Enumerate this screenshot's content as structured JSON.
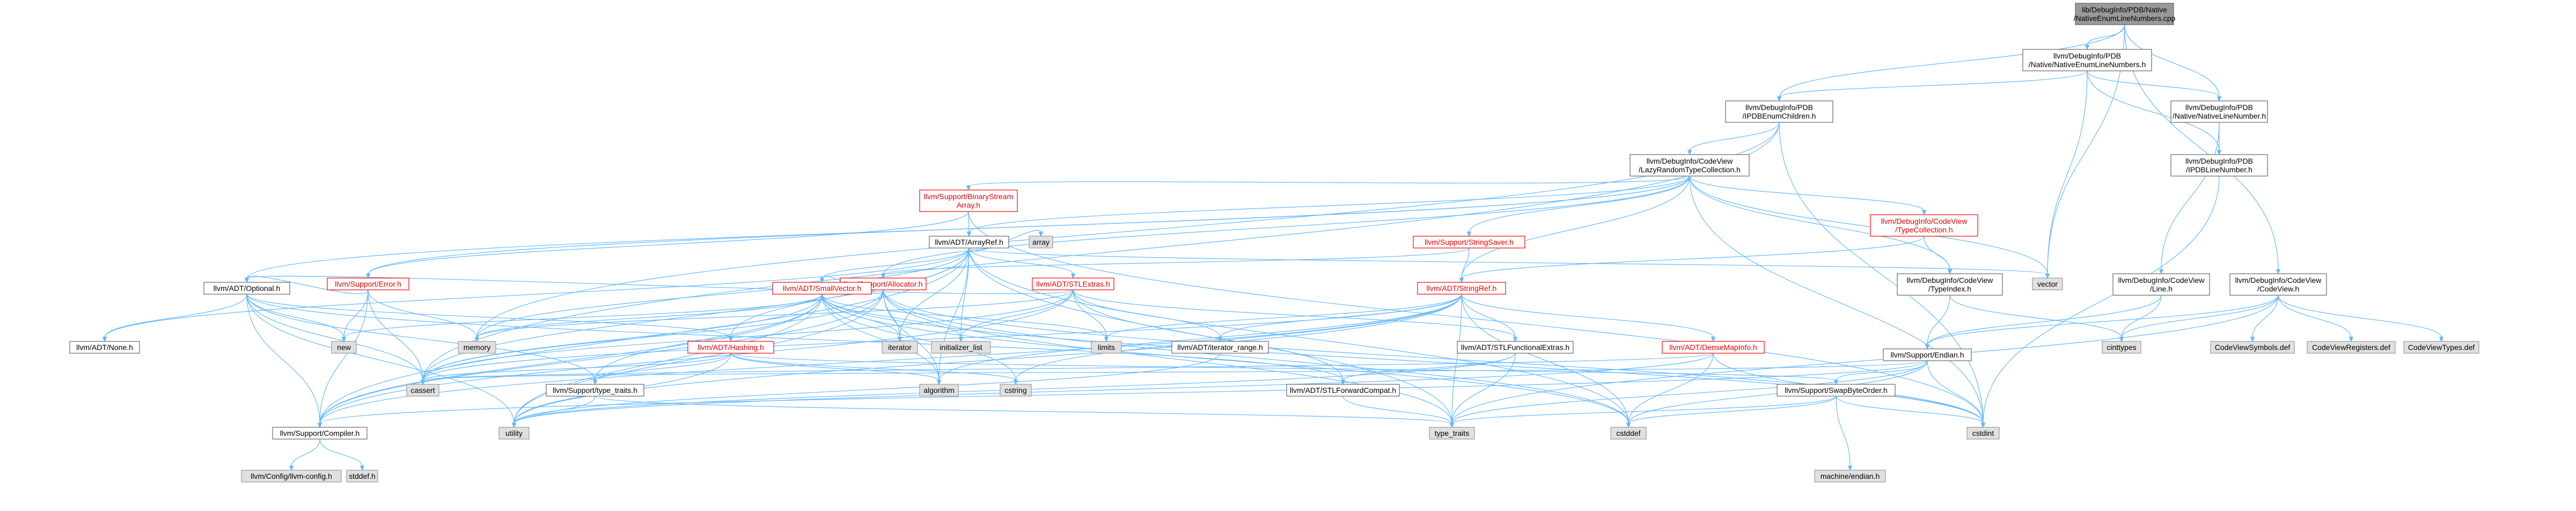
{
  "diagram": {
    "nodes": [
      {
        "id": "root",
        "lines": [
          "lib/DebugInfo/PDB/Native",
          "/NativeEnumLineNumbers.cpp"
        ],
        "style": "root"
      },
      {
        "id": "nelnh",
        "lines": [
          "llvm/DebugInfo/PDB",
          "/Native/NativeEnumLineNumbers.h"
        ],
        "style": "normal"
      },
      {
        "id": "iechild",
        "lines": [
          "llvm/DebugInfo/PDB",
          "/IPDBEnumChildren.h"
        ],
        "style": "normal"
      },
      {
        "id": "nlnh",
        "lines": [
          "llvm/DebugInfo/PDB",
          "/Native/NativeLineNumber.h"
        ],
        "style": "normal"
      },
      {
        "id": "ilnh",
        "lines": [
          "llvm/DebugInfo/PDB",
          "/IPDBLineNumber.h"
        ],
        "style": "normal"
      },
      {
        "id": "lrtc",
        "lines": [
          "llvm/DebugInfo/CodeView",
          "/LazyRandomTypeCollection.h"
        ],
        "style": "normal"
      },
      {
        "id": "bsa",
        "lines": [
          "llvm/Support/BinaryStream",
          "Array.h"
        ],
        "style": "red"
      },
      {
        "id": "arrayref",
        "lines": [
          "llvm/ADT/ArrayRef.h"
        ],
        "style": "normal"
      },
      {
        "id": "stringsaver",
        "lines": [
          "llvm/Support/StringSaver.h"
        ],
        "style": "red"
      },
      {
        "id": "typecoll",
        "lines": [
          "llvm/DebugInfo/CodeView",
          "/TypeCollection.h"
        ],
        "style": "red"
      },
      {
        "id": "error",
        "lines": [
          "llvm/Support/Error.h"
        ],
        "style": "red"
      },
      {
        "id": "allocator",
        "lines": [
          "llvm/Support/Allocator.h"
        ],
        "style": "red"
      },
      {
        "id": "stlextras",
        "lines": [
          "llvm/ADT/STLExtras.h"
        ],
        "style": "red"
      },
      {
        "id": "array",
        "lines": [
          "array"
        ],
        "style": "gray"
      },
      {
        "id": "vector",
        "lines": [
          "vector"
        ],
        "style": "gray"
      },
      {
        "id": "optional",
        "lines": [
          "llvm/ADT/Optional.h"
        ],
        "style": "normal"
      },
      {
        "id": "smallvector",
        "lines": [
          "llvm/ADT/SmallVector.h"
        ],
        "style": "red"
      },
      {
        "id": "stringref",
        "lines": [
          "llvm/ADT/StringRef.h"
        ],
        "style": "red"
      },
      {
        "id": "typeindex",
        "lines": [
          "llvm/DebugInfo/CodeView",
          "/TypeIndex.h"
        ],
        "style": "normal"
      },
      {
        "id": "cvlineh",
        "lines": [
          "llvm/DebugInfo/CodeView",
          "/Line.h"
        ],
        "style": "normal"
      },
      {
        "id": "codeviewh",
        "lines": [
          "llvm/DebugInfo/CodeView",
          "/CodeView.h"
        ],
        "style": "normal"
      },
      {
        "id": "none",
        "lines": [
          "llvm/ADT/None.h"
        ],
        "style": "normal"
      },
      {
        "id": "new",
        "lines": [
          "new"
        ],
        "style": "gray"
      },
      {
        "id": "memory",
        "lines": [
          "memory"
        ],
        "style": "gray"
      },
      {
        "id": "hashing",
        "lines": [
          "llvm/ADT/Hashing.h"
        ],
        "style": "red"
      },
      {
        "id": "iterator",
        "lines": [
          "iterator"
        ],
        "style": "gray"
      },
      {
        "id": "initlist",
        "lines": [
          "initializer_list"
        ],
        "style": "gray"
      },
      {
        "id": "limits",
        "lines": [
          "limits"
        ],
        "style": "gray"
      },
      {
        "id": "iterrange",
        "lines": [
          "llvm/ADT/iterator_range.h"
        ],
        "style": "normal"
      },
      {
        "id": "stlfunc",
        "lines": [
          "llvm/ADT/STLFunctionalExtras.h"
        ],
        "style": "normal"
      },
      {
        "id": "densemapinfo",
        "lines": [
          "llvm/ADT/DenseMapInfo.h"
        ],
        "style": "red"
      },
      {
        "id": "endian",
        "lines": [
          "llvm/Support/Endian.h"
        ],
        "style": "normal"
      },
      {
        "id": "cinttypes",
        "lines": [
          "cinttypes"
        ],
        "style": "gray"
      },
      {
        "id": "cvsym",
        "lines": [
          "CodeViewSymbols.def"
        ],
        "style": "gray"
      },
      {
        "id": "cvreg",
        "lines": [
          "CodeViewRegisters.def"
        ],
        "style": "gray"
      },
      {
        "id": "cvtypes",
        "lines": [
          "CodeViewTypes.def"
        ],
        "style": "gray"
      },
      {
        "id": "cassert",
        "lines": [
          "cassert"
        ],
        "style": "gray"
      },
      {
        "id": "algorithm",
        "lines": [
          "algorithm"
        ],
        "style": "gray"
      },
      {
        "id": "cstring",
        "lines": [
          "cstring"
        ],
        "style": "gray"
      },
      {
        "id": "typetraits_llvm",
        "lines": [
          "llvm/Support/type_traits.h"
        ],
        "style": "normal"
      },
      {
        "id": "stlforward",
        "lines": [
          "llvm/ADT/STLForwardCompat.h"
        ],
        "style": "normal"
      },
      {
        "id": "swapbyte",
        "lines": [
          "llvm/Support/SwapByteOrder.h"
        ],
        "style": "normal"
      },
      {
        "id": "compiler",
        "lines": [
          "llvm/Support/Compiler.h"
        ],
        "style": "normal"
      },
      {
        "id": "utility",
        "lines": [
          "utility"
        ],
        "style": "gray"
      },
      {
        "id": "typetraits",
        "lines": [
          "type_traits"
        ],
        "style": "gray"
      },
      {
        "id": "cstddef",
        "lines": [
          "cstddef"
        ],
        "style": "gray"
      },
      {
        "id": "cstdint",
        "lines": [
          "cstdint"
        ],
        "style": "gray"
      },
      {
        "id": "machendian",
        "lines": [
          "machine/endian.h"
        ],
        "style": "gray"
      },
      {
        "id": "llvmconfig",
        "lines": [
          "llvm/Config/llvm-config.h"
        ],
        "style": "gray"
      },
      {
        "id": "stddef",
        "lines": [
          "stddef.h"
        ],
        "style": "gray"
      }
    ],
    "edges": [
      [
        "root",
        "nelnh"
      ],
      [
        "root",
        "iechild"
      ],
      [
        "root",
        "nlnh"
      ],
      [
        "root",
        "vector"
      ],
      [
        "root",
        "codeviewh"
      ],
      [
        "nelnh",
        "iechild"
      ],
      [
        "nelnh",
        "nlnh"
      ],
      [
        "nelnh",
        "vector"
      ],
      [
        "nelnh",
        "ilnh"
      ],
      [
        "iechild",
        "lrtc"
      ],
      [
        "iechild",
        "memory"
      ],
      [
        "iechild",
        "cassert"
      ],
      [
        "iechild",
        "cstdint"
      ],
      [
        "nlnh",
        "ilnh"
      ],
      [
        "nlnh",
        "cvlineh"
      ],
      [
        "ilnh",
        "cstdint"
      ],
      [
        "lrtc",
        "bsa"
      ],
      [
        "lrtc",
        "arrayref"
      ],
      [
        "lrtc",
        "stringsaver"
      ],
      [
        "lrtc",
        "typecoll"
      ],
      [
        "lrtc",
        "typeindex"
      ],
      [
        "lrtc",
        "optional"
      ],
      [
        "lrtc",
        "allocator"
      ],
      [
        "lrtc",
        "stringref"
      ],
      [
        "lrtc",
        "error"
      ],
      [
        "lrtc",
        "vector"
      ],
      [
        "lrtc",
        "cstdint"
      ],
      [
        "bsa",
        "arrayref"
      ],
      [
        "bsa",
        "error"
      ],
      [
        "bsa",
        "cstdint"
      ],
      [
        "arrayref",
        "stlextras"
      ],
      [
        "arrayref",
        "smallvector"
      ],
      [
        "arrayref",
        "hashing"
      ],
      [
        "arrayref",
        "none"
      ],
      [
        "arrayref",
        "compiler"
      ],
      [
        "arrayref",
        "algorithm"
      ],
      [
        "arrayref",
        "array"
      ],
      [
        "arrayref",
        "cassert"
      ],
      [
        "arrayref",
        "cstddef"
      ],
      [
        "arrayref",
        "initlist"
      ],
      [
        "arrayref",
        "iterator"
      ],
      [
        "arrayref",
        "memory"
      ],
      [
        "arrayref",
        "type_traits_dummy"
      ],
      [
        "arrayref",
        "vector"
      ],
      [
        "stringsaver",
        "allocator"
      ],
      [
        "stringsaver",
        "stringref"
      ],
      [
        "typecoll",
        "stringref"
      ],
      [
        "typecoll",
        "typeindex"
      ],
      [
        "error",
        "compiler"
      ],
      [
        "error",
        "cassert"
      ],
      [
        "error",
        "new"
      ],
      [
        "error",
        "memory"
      ],
      [
        "error",
        "optional"
      ],
      [
        "allocator",
        "smallvector"
      ],
      [
        "allocator",
        "compiler"
      ],
      [
        "allocator",
        "algorithm"
      ],
      [
        "allocator",
        "cassert"
      ],
      [
        "allocator",
        "cstddef"
      ],
      [
        "allocator",
        "cstdint"
      ],
      [
        "allocator",
        "iterator"
      ],
      [
        "allocator",
        "type_traits"
      ],
      [
        "allocator",
        "utility"
      ],
      [
        "stlextras",
        "stlforward"
      ],
      [
        "stlextras",
        "stlfunc"
      ],
      [
        "stlextras",
        "iterrange"
      ],
      [
        "stlextras",
        "optional"
      ],
      [
        "stlextras",
        "compiler"
      ],
      [
        "stlextras",
        "limits"
      ],
      [
        "stlextras",
        "initlist"
      ],
      [
        "stlextras",
        "memory"
      ],
      [
        "stlextras",
        "cassert"
      ],
      [
        "optional",
        "none"
      ],
      [
        "optional",
        "hashing"
      ],
      [
        "optional",
        "stlforward"
      ],
      [
        "optional",
        "typetraits_llvm"
      ],
      [
        "optional",
        "compiler"
      ],
      [
        "optional",
        "cassert"
      ],
      [
        "optional",
        "new"
      ],
      [
        "optional",
        "utility"
      ],
      [
        "smallvector",
        "compiler"
      ],
      [
        "smallvector",
        "typetraits_llvm"
      ],
      [
        "smallvector",
        "algorithm"
      ],
      [
        "smallvector",
        "cassert"
      ],
      [
        "smallvector",
        "cstring"
      ],
      [
        "smallvector",
        "initlist"
      ],
      [
        "smallvector",
        "iterator"
      ],
      [
        "smallvector",
        "limits"
      ],
      [
        "smallvector",
        "memory"
      ],
      [
        "smallvector",
        "new"
      ],
      [
        "smallvector",
        "utility"
      ],
      [
        "smallvector",
        "cstdint"
      ],
      [
        "smallvector",
        "cstddef"
      ],
      [
        "stringref",
        "stlfunc"
      ],
      [
        "stringref",
        "iterrange"
      ],
      [
        "stringref",
        "densemapinfo"
      ],
      [
        "stringref",
        "compiler"
      ],
      [
        "stringref",
        "algorithm"
      ],
      [
        "stringref",
        "cassert"
      ],
      [
        "stringref",
        "cstddef"
      ],
      [
        "stringref",
        "cstring"
      ],
      [
        "stringref",
        "limits"
      ],
      [
        "stringref",
        "type_traits"
      ],
      [
        "stringref",
        "utility"
      ],
      [
        "typeindex",
        "endian"
      ],
      [
        "typeindex",
        "cinttypes"
      ],
      [
        "cvlineh",
        "endian"
      ],
      [
        "cvlineh",
        "cinttypes"
      ],
      [
        "codeviewh",
        "cinttypes"
      ],
      [
        "codeviewh",
        "endian"
      ],
      [
        "codeviewh",
        "cvsym"
      ],
      [
        "codeviewh",
        "cvreg"
      ],
      [
        "codeviewh",
        "cvtypes"
      ],
      [
        "codeviewh",
        "type_traits"
      ],
      [
        "hashing",
        "swapbyte"
      ],
      [
        "hashing",
        "typetraits_llvm"
      ],
      [
        "hashing",
        "algorithm"
      ],
      [
        "hashing",
        "cassert"
      ],
      [
        "hashing",
        "cstring"
      ],
      [
        "hashing",
        "utility"
      ],
      [
        "iterrange",
        "utility"
      ],
      [
        "stlfunc",
        "stlforward"
      ],
      [
        "stlfunc",
        "type_traits"
      ],
      [
        "stlfunc",
        "utility"
      ],
      [
        "densemapinfo",
        "cassert"
      ],
      [
        "densemapinfo",
        "cstddef"
      ],
      [
        "densemapinfo",
        "cstdint"
      ],
      [
        "densemapinfo",
        "utility"
      ],
      [
        "endian",
        "swapbyte"
      ],
      [
        "endian",
        "compiler"
      ],
      [
        "endian",
        "cassert"
      ],
      [
        "endian",
        "cstddef"
      ],
      [
        "endian",
        "cstdint"
      ],
      [
        "endian",
        "type_traits"
      ],
      [
        "typetraits_llvm",
        "utility"
      ],
      [
        "typetraits_llvm",
        "type_traits"
      ],
      [
        "stlforward",
        "type_traits"
      ],
      [
        "swapbyte",
        "cstddef"
      ],
      [
        "swapbyte",
        "cstdint"
      ],
      [
        "swapbyte",
        "type_traits"
      ],
      [
        "swapbyte",
        "machendian"
      ],
      [
        "compiler",
        "llvmconfig"
      ],
      [
        "compiler",
        "stddef"
      ]
    ]
  }
}
